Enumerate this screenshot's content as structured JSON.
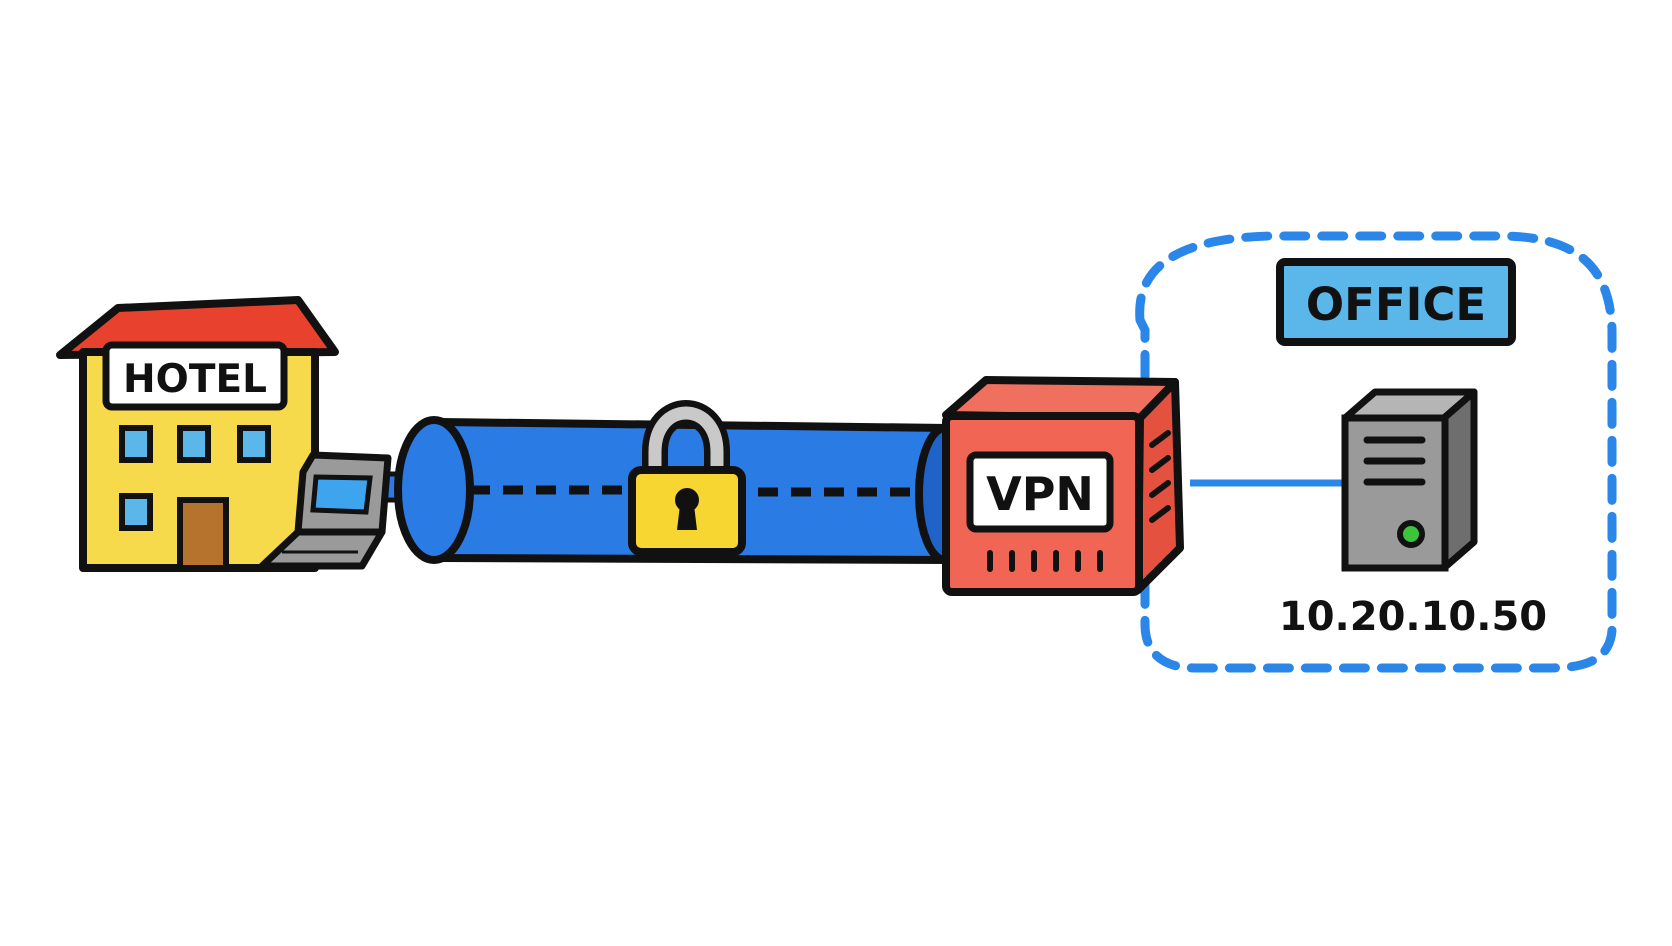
{
  "diagram": {
    "hotel": {
      "label": "HOTEL"
    },
    "vpn": {
      "label": "VPN"
    },
    "office": {
      "label": "OFFICE",
      "server_ip": "10.20.10.50"
    }
  },
  "colors": {
    "outline": "#111111",
    "hotel_wall": "#F7D94C",
    "hotel_roof": "#E8422E",
    "hotel_window": "#5BB6EA",
    "hotel_door": "#B5732E",
    "tunnel": "#2B7BE4",
    "tunnel_end": "#1F62C8",
    "lock_body": "#F7D632",
    "lock_shackle": "#C9C9C9",
    "vpn_front": "#F06553",
    "vpn_side": "#E4523F",
    "office_label_bg": "#5BB6EA",
    "office_border": "#2A86E8",
    "server_front": "#9A9A9A",
    "server_side": "#6E6E6E",
    "server_led": "#3CC43C",
    "laptop_screen": "#3FA4EE",
    "laptop_body": "#9A9A9A"
  },
  "icons": {
    "hotel": "hotel-building-icon",
    "laptop": "laptop-icon",
    "tunnel": "encrypted-tunnel-icon",
    "lock": "padlock-icon",
    "vpn": "vpn-gateway-icon",
    "server": "server-tower-icon"
  }
}
